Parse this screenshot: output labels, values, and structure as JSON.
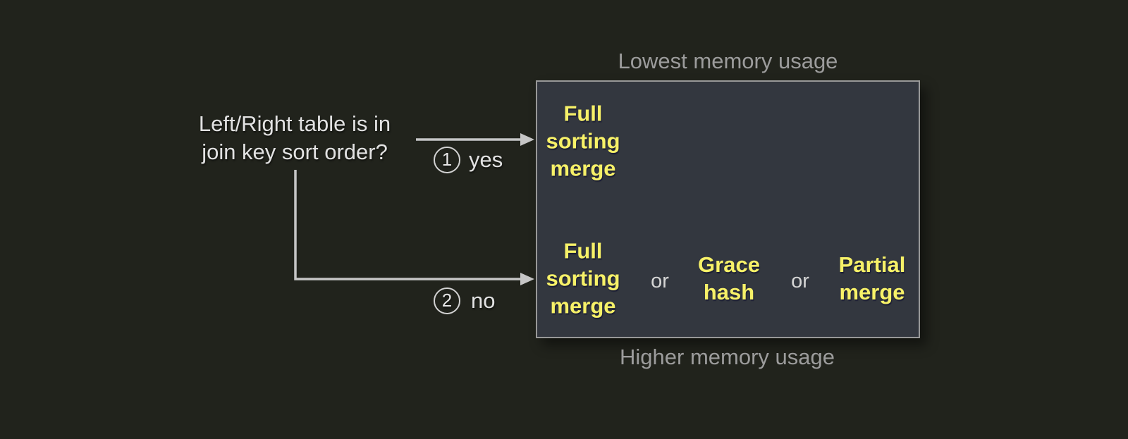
{
  "colors": {
    "background": "#21231c",
    "box_fill": "#33373f",
    "box_border": "#989898",
    "algorithm_text": "#f7f168",
    "caption_text": "#9c9c9c",
    "label_text": "#e2e2e2",
    "connector": "#c6c6c6"
  },
  "decision": {
    "question": "Left/Right table is in\njoin key sort order?",
    "branches": [
      {
        "number": "1",
        "answer": "yes"
      },
      {
        "number": "2",
        "answer": "no"
      }
    ]
  },
  "matrix": {
    "top_caption": "Lowest memory usage",
    "bottom_caption": "Higher memory usage",
    "or_label": "or",
    "rows": [
      {
        "algorithms": [
          {
            "name": "Full\nsorting\nmerge"
          }
        ]
      },
      {
        "algorithms": [
          {
            "name": "Full\nsorting\nmerge"
          },
          {
            "name": "Grace\nhash"
          },
          {
            "name": "Partial\nmerge"
          }
        ]
      }
    ]
  }
}
